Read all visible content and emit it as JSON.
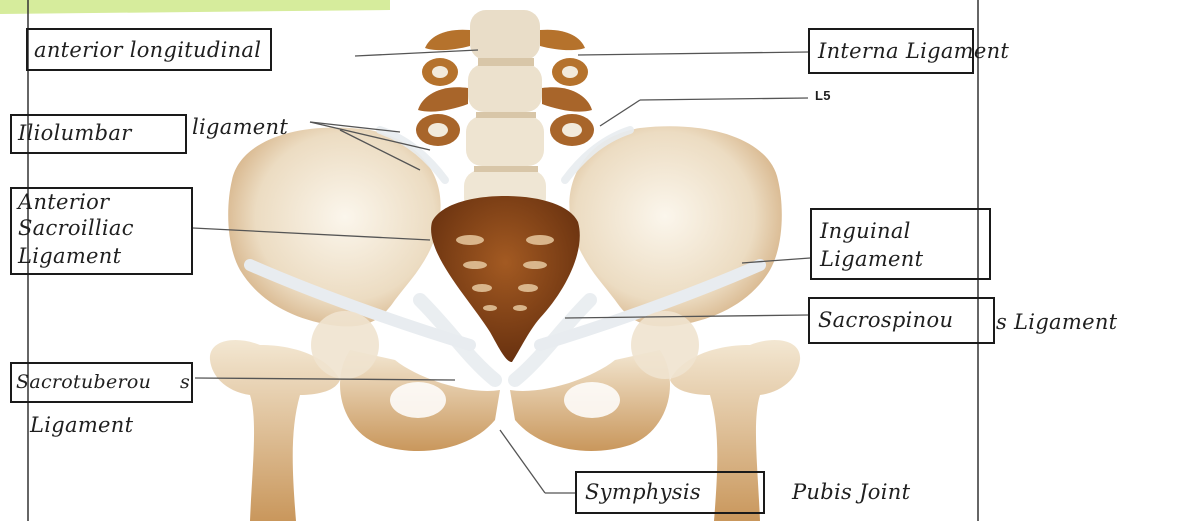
{
  "labels": {
    "anterior_longitudinal": "anterior longitudinal",
    "interna_ligament": "Interna Ligament",
    "l5": "L5",
    "iliolumbar_boxed": "Iliolumbar",
    "iliolumbar_rest": "ligament",
    "anterior_sacroiliac_line1": "Anterior",
    "anterior_sacroiliac_line2": "Sacroilliac",
    "anterior_sacroiliac_line3": "Ligament",
    "inguinal_line1": "Inguinal",
    "inguinal_line2": "Ligament",
    "sacrospinous_boxed": "Sacrospinou",
    "sacrospinous_rest": "s Ligament",
    "sacrotuberous_boxed": "Sacrotuberou",
    "sacrotuberous_rest": "s",
    "sacrotuberous_line2": "Ligament",
    "symphysis_boxed": "Symphysis",
    "symphysis_rest": "Pubis Joint"
  },
  "colors": {
    "bone": "#efe3cf",
    "bone_shade": "#c79a62",
    "sacrum": "#7a3b14",
    "vertebra": "#b5722c",
    "ligament": "#e8ecf0",
    "header_tint": "#d6ec9c"
  }
}
